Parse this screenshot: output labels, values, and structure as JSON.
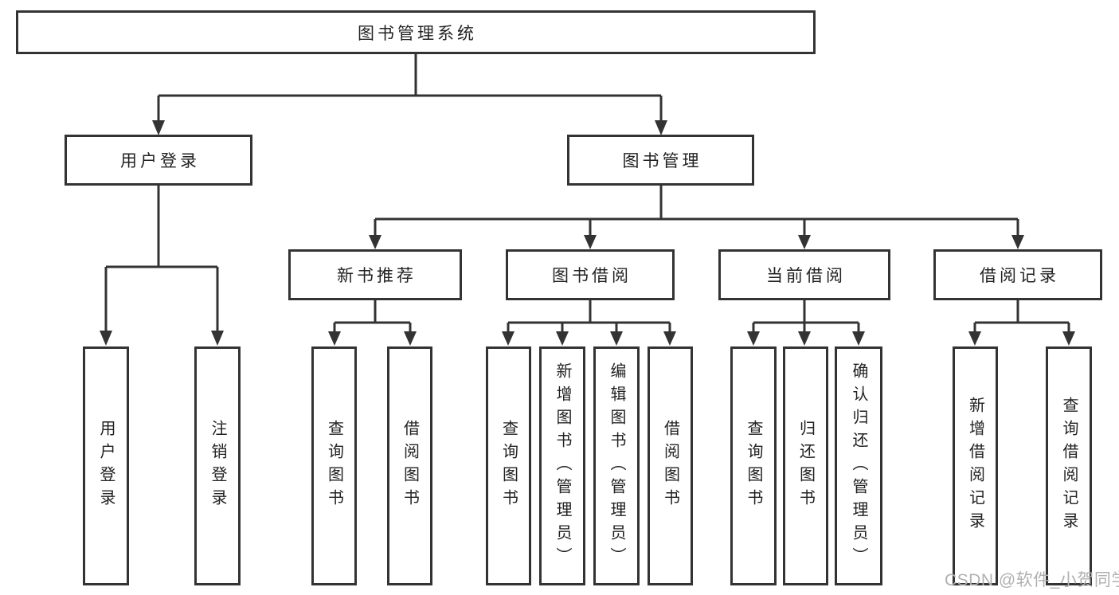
{
  "tree": {
    "root": {
      "label": "图书管理系统"
    },
    "branches": [
      {
        "label": "用户登录",
        "children": [
          "用户登录",
          "注销登录"
        ]
      },
      {
        "label": "图书管理",
        "groups": [
          {
            "label": "新书推荐",
            "children": [
              "查询图书",
              "借阅图书"
            ]
          },
          {
            "label": "图书借阅",
            "children": [
              "查询图书",
              "新增图书（管理员）",
              "编辑图书（管理员）",
              "借阅图书"
            ]
          },
          {
            "label": "当前借阅",
            "children": [
              "查询图书",
              "归还图书",
              "确认归还（管理员）"
            ]
          },
          {
            "label": "借阅记录",
            "children": [
              "新增借阅记录",
              "查询借阅记录"
            ]
          }
        ]
      }
    ]
  },
  "watermark": {
    "text": "CSDN @软件_小贺同学"
  },
  "colors": {
    "line": "#333333",
    "text": "#222222",
    "background": "#ffffff",
    "watermark": "#b0b0b0"
  }
}
